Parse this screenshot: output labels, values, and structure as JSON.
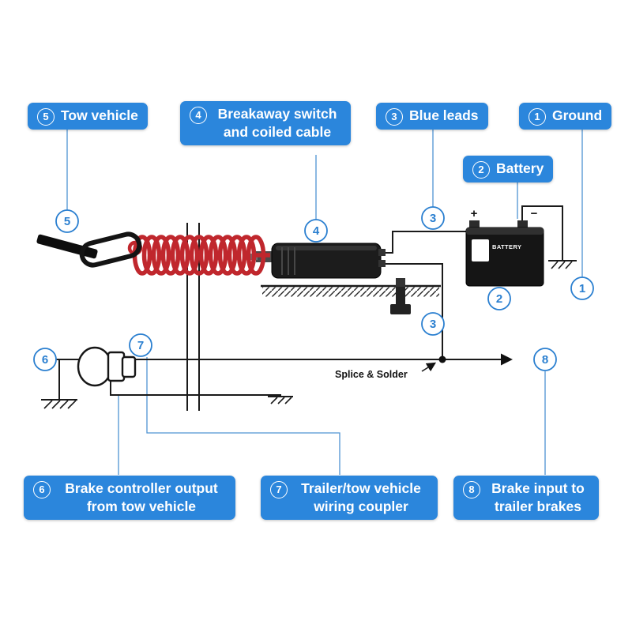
{
  "labels": {
    "tow_vehicle": {
      "num": "5",
      "text": "Tow vehicle"
    },
    "breakaway_switch": {
      "num": "4",
      "text": "Breakaway switch and coiled cable"
    },
    "blue_leads": {
      "num": "3",
      "text": "Blue leads"
    },
    "ground": {
      "num": "1",
      "text": "Ground"
    },
    "battery": {
      "num": "2",
      "text": "Battery"
    },
    "brake_controller": {
      "num": "6",
      "text": "Brake controller output from tow vehicle"
    },
    "wiring_coupler": {
      "num": "7",
      "text": "Trailer/tow vehicle wiring coupler"
    },
    "brake_input": {
      "num": "8",
      "text": "Brake input to trailer brakes"
    }
  },
  "callouts": {
    "n1": "1",
    "n2": "2",
    "n3": "3",
    "n4": "4",
    "n5": "5",
    "n6": "6",
    "n7": "7",
    "n8": "8"
  },
  "annotations": {
    "splice": "Splice & Solder"
  },
  "battery": {
    "label": "BATTERY",
    "plus": "+",
    "minus": "−"
  },
  "colors": {
    "label_bg": "#2b86dc",
    "callout_blue": "#2a7fd0",
    "coil_red": "#c0272d",
    "wire_black": "#1a1a1a"
  }
}
